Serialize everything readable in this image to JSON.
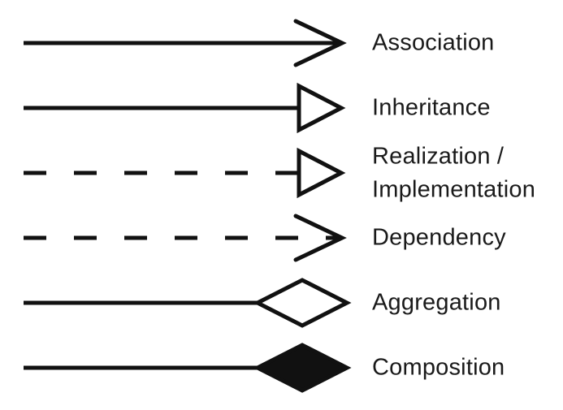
{
  "page": {
    "background": "#ffffff",
    "stroke_color": "#111111",
    "text_color": "#1a1a1a"
  },
  "legend": {
    "items": [
      {
        "id": "association",
        "label": "Association",
        "line_style": "solid",
        "arrowhead": "open-arrow"
      },
      {
        "id": "inheritance",
        "label": "Inheritance",
        "line_style": "solid",
        "arrowhead": "hollow-triangle"
      },
      {
        "id": "realization",
        "label": "Realization /\nImplementation",
        "line_style": "dashed",
        "arrowhead": "hollow-triangle"
      },
      {
        "id": "dependency",
        "label": "Dependency",
        "line_style": "dashed",
        "arrowhead": "open-arrow"
      },
      {
        "id": "aggregation",
        "label": "Aggregation",
        "line_style": "solid",
        "arrowhead": "hollow-diamond"
      },
      {
        "id": "composition",
        "label": "Composition",
        "line_style": "solid",
        "arrowhead": "filled-diamond"
      }
    ]
  }
}
